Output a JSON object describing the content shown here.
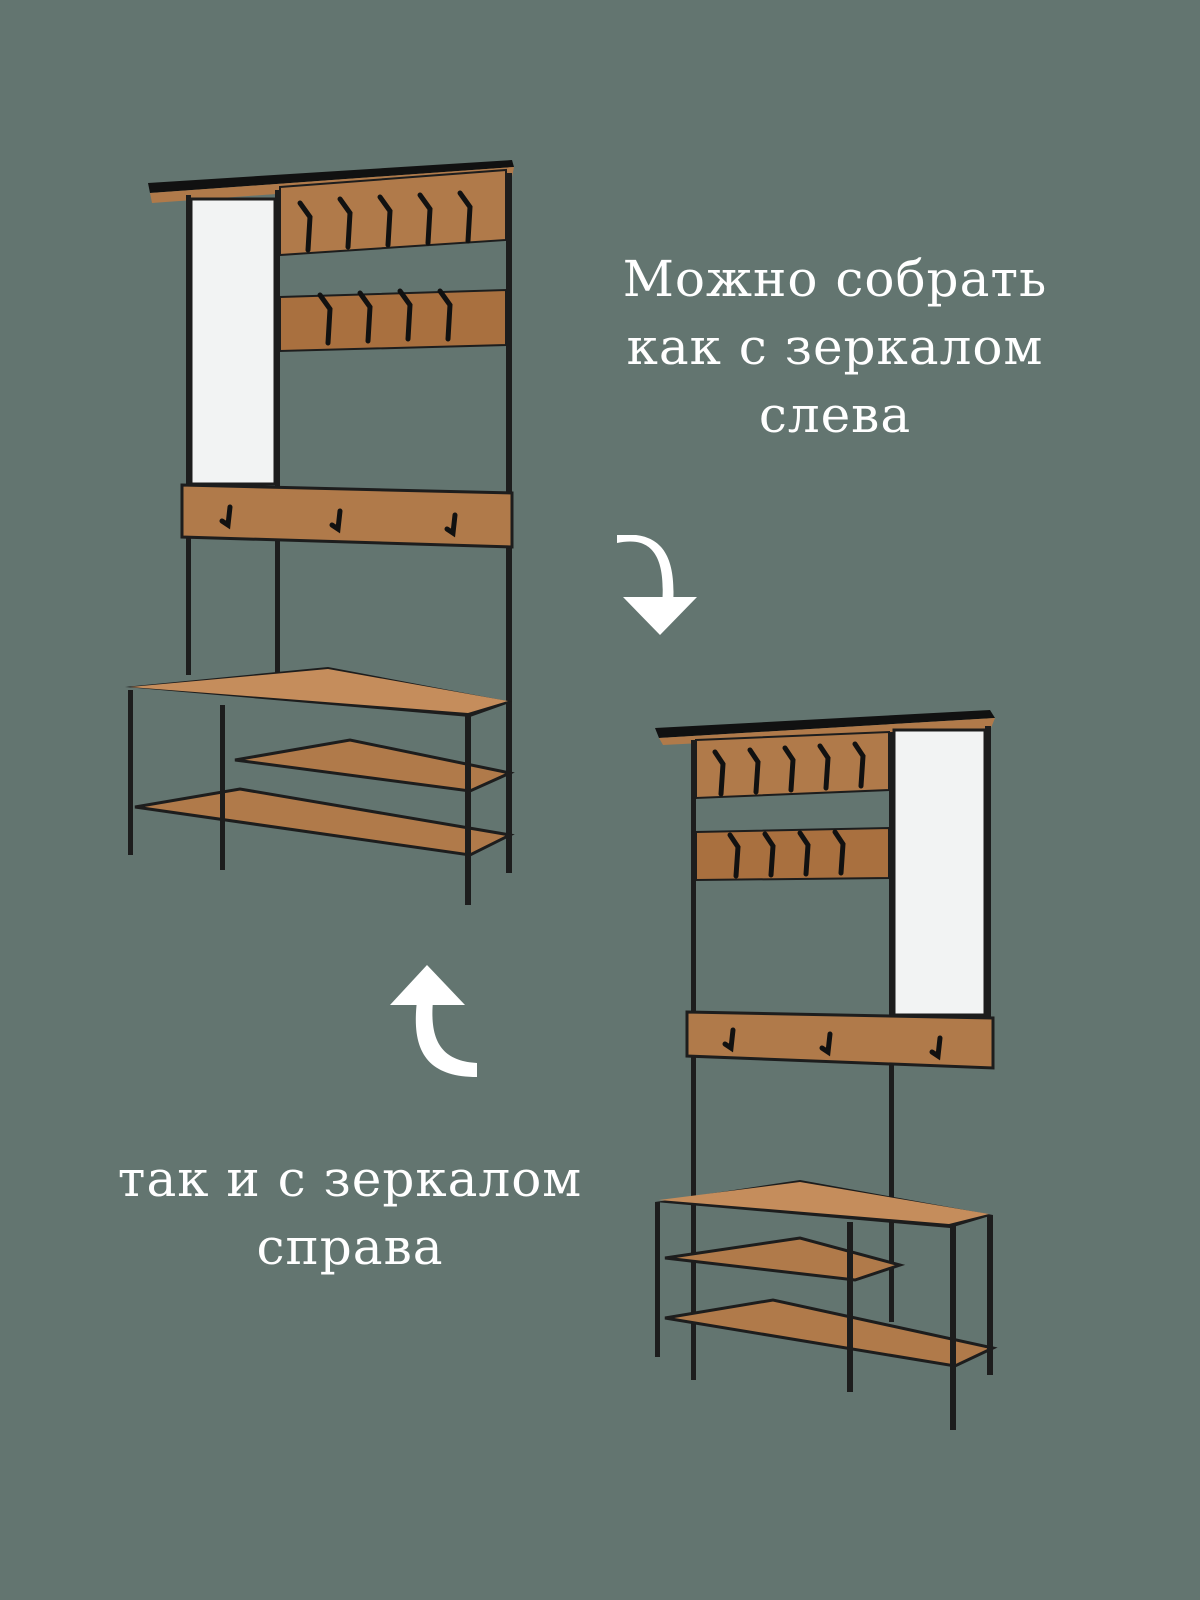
{
  "colors": {
    "background": "#637570",
    "text": "#ffffff",
    "wood": "#b07a4a",
    "wood_dark": "#8a5a33",
    "metal": "#1d1d1d",
    "mirror": "#f2f3f3"
  },
  "caption_top": {
    "lines": [
      "Можно собрать",
      "как с зеркалом",
      "слева"
    ]
  },
  "caption_bottom": {
    "lines": [
      "так и с зеркалом",
      "справа"
    ]
  },
  "icons": {
    "arrow_down": "curved-arrow-down-icon",
    "arrow_up": "curved-arrow-up-icon"
  },
  "products": [
    {
      "id": "hallway-rack-mirror-left",
      "mirror_side": "left"
    },
    {
      "id": "hallway-rack-mirror-right",
      "mirror_side": "right"
    }
  ]
}
